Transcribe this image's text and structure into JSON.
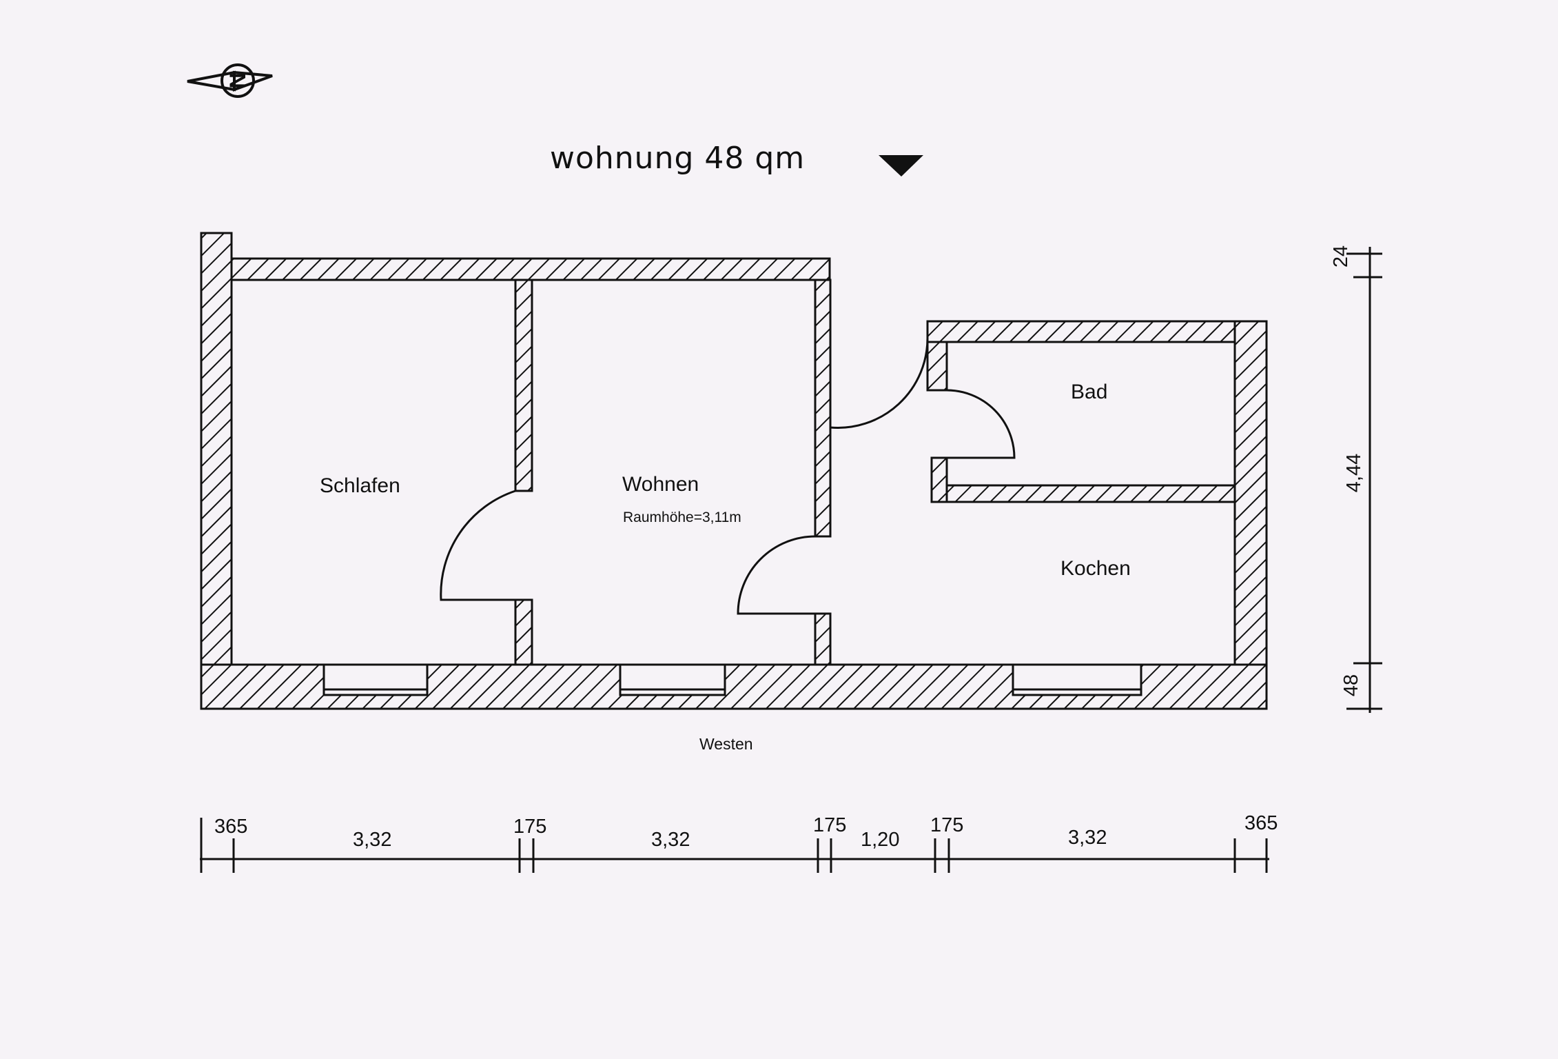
{
  "title": "wohnung 48 qm",
  "compass": {
    "letter": "N",
    "icon": "north-arrow-icon"
  },
  "rooms": {
    "schlafen": "Schlafen",
    "wohnen": "Wohnen",
    "raumhoehe": "Raumhöhe=3,11m",
    "bad": "Bad",
    "kochen": "Kochen"
  },
  "orientation_label": "Westen",
  "dimensions_horizontal": [
    "365",
    "3,32",
    "175",
    "3,32",
    "175",
    "1,20",
    "175",
    "3,32",
    "365"
  ],
  "dimensions_vertical": [
    "24",
    "4,44",
    "48"
  ],
  "colors": {
    "paper": "#f6f3f7",
    "ink": "#111111"
  }
}
